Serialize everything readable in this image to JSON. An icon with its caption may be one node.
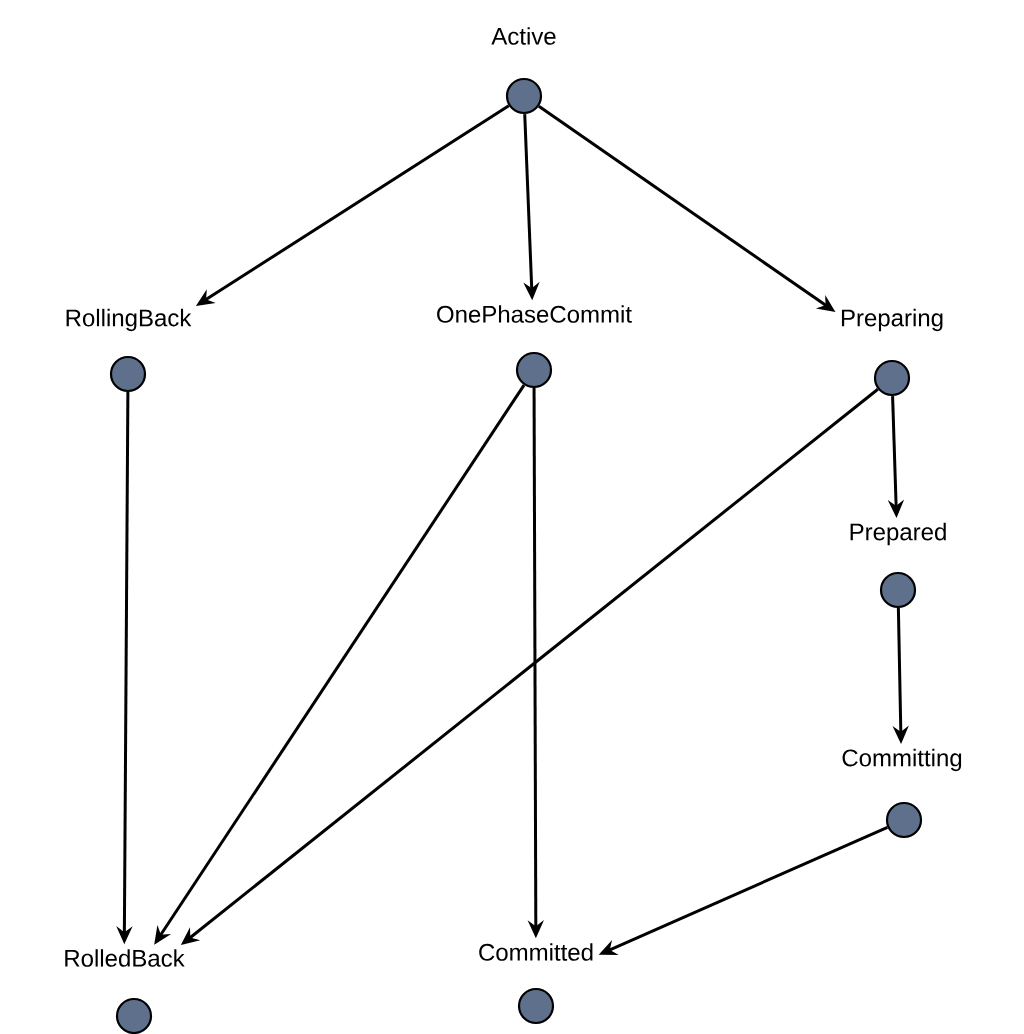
{
  "diagram": {
    "nodes": [
      {
        "text": [
          "Active"
        ]
      },
      {
        "text": [
          "RollingBack"
        ]
      },
      {
        "text": [
          "OnePhaseCommit"
        ]
      },
      {
        "text": [
          "Preparing"
        ]
      },
      {
        "text": [
          "Prepared"
        ]
      },
      {
        "text": [
          "Committing"
        ]
      },
      {
        "text": [
          "RolledBack"
        ]
      },
      {
        "text": [
          "Committed"
        ]
      }
    ],
    "edges": [
      {
        "from": 0,
        "to": 1,
        "arrow": "to"
      },
      {
        "from": 0,
        "to": 2,
        "arrow": "to"
      },
      {
        "from": 0,
        "to": 3,
        "arrow": "to"
      },
      {
        "from": 1,
        "to": 6,
        "arrow": "to"
      },
      {
        "from": 2,
        "to": 6,
        "arrow": "to"
      },
      {
        "from": 2,
        "to": 7,
        "arrow": "to"
      },
      {
        "from": 3,
        "to": 6,
        "arrow": "to"
      },
      {
        "from": 3,
        "to": 4,
        "arrow": "to"
      },
      {
        "from": 4,
        "to": 5,
        "arrow": "to"
      },
      {
        "from": 5,
        "to": 7,
        "arrow": "to"
      }
    ]
  }
}
